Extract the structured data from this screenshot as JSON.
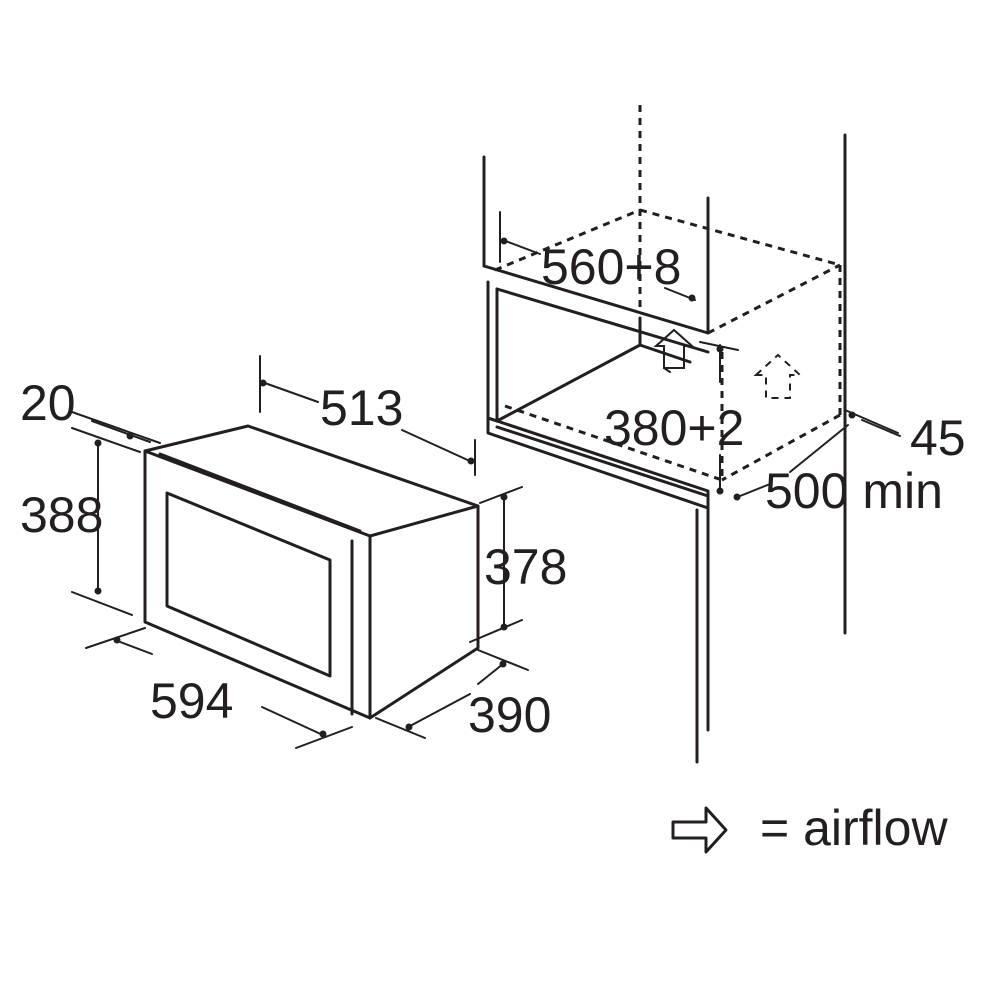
{
  "labels": {
    "depth_front_panel": "20",
    "oven_height_front": "388",
    "oven_depth_top": "513",
    "oven_height_body": "378",
    "oven_width": "594",
    "oven_depth_body": "390",
    "niche_width": "560+8",
    "niche_height": "380+2",
    "rear_gap": "45",
    "niche_depth": "500 min"
  },
  "legend": {
    "text": "= airflow",
    "icon": "airflow-arrow-icon"
  },
  "colors": {
    "line": "#231f20",
    "background": "#ffffff"
  }
}
